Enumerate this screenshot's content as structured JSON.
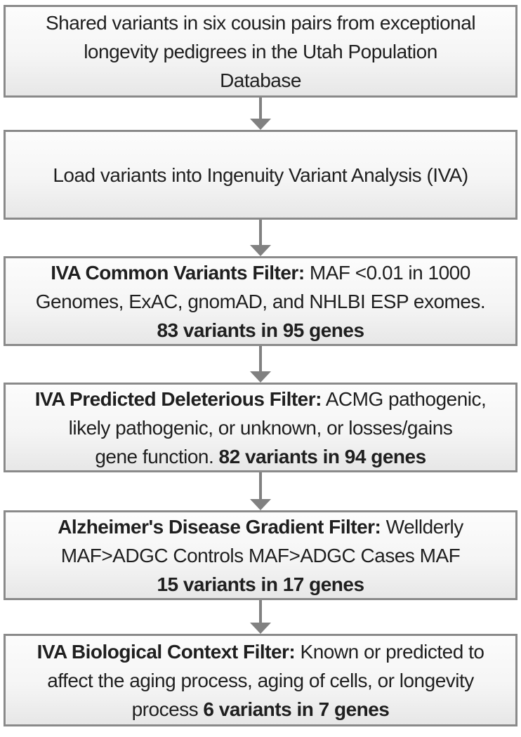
{
  "diagram": {
    "type": "flowchart",
    "direction": "top-down",
    "connector_icon": "down-arrow"
  },
  "colors": {
    "box-border": "#8a8a8a",
    "box-fill-top": "#fcfcfc",
    "box-fill-mid": "#f5f5f5",
    "box-fill-bottom": "#e7e7e7",
    "arrow": "#818181",
    "text": "#1f1f1f",
    "page-bg": "#ffffff"
  },
  "boxes": [
    {
      "name": "source-cohort",
      "lines": [
        [
          {
            "t": "Shared variants in six cousin pairs from exceptional"
          }
        ],
        [
          {
            "t": "longevity pedigrees in the Utah Population"
          }
        ],
        [
          {
            "t": "Database"
          }
        ]
      ]
    },
    {
      "name": "load-variants",
      "lines": [
        [
          {
            "t": "Load variants into Ingenuity Variant Analysis (IVA)"
          }
        ]
      ]
    },
    {
      "name": "common-variants-filter",
      "lines": [
        [
          {
            "t": "IVA Common Variants Filter:",
            "b": true
          },
          {
            "t": " MAF <0.01 in 1000"
          }
        ],
        [
          {
            "t": "Genomes, ExAC, gnomAD, and NHLBI ESP exomes."
          }
        ],
        [
          {
            "t": "83 variants in 95 genes",
            "b": true
          }
        ]
      ]
    },
    {
      "name": "predicted-deleterious-filter",
      "lines": [
        [
          {
            "t": "IVA Predicted Deleterious Filter:",
            "b": true
          },
          {
            "t": " ACMG pathogenic,"
          }
        ],
        [
          {
            "t": "likely pathogenic, or unknown, or losses/gains"
          }
        ],
        [
          {
            "t": "gene function. "
          },
          {
            "t": "82 variants in 94 genes",
            "b": true
          }
        ]
      ]
    },
    {
      "name": "alzheimers-disease-gradient-filter",
      "lines": [
        [
          {
            "t": "Alzheimer's Disease Gradient Filter:",
            "b": true
          },
          {
            "t": " Wellderly"
          }
        ],
        [
          {
            "t": "MAF>ADGC Controls MAF>ADGC Cases MAF"
          }
        ],
        [
          {
            "t": "15 variants in 17 genes",
            "b": true
          }
        ]
      ]
    },
    {
      "name": "biological-context-filter",
      "lines": [
        [
          {
            "t": "IVA Biological Context Filter:",
            "b": true
          },
          {
            "t": " Known or predicted to"
          }
        ],
        [
          {
            "t": "affect the aging process, aging of cells, or longevity"
          }
        ],
        [
          {
            "t": "process "
          },
          {
            "t": "6 variants in 7 genes",
            "b": true
          }
        ]
      ]
    }
  ]
}
